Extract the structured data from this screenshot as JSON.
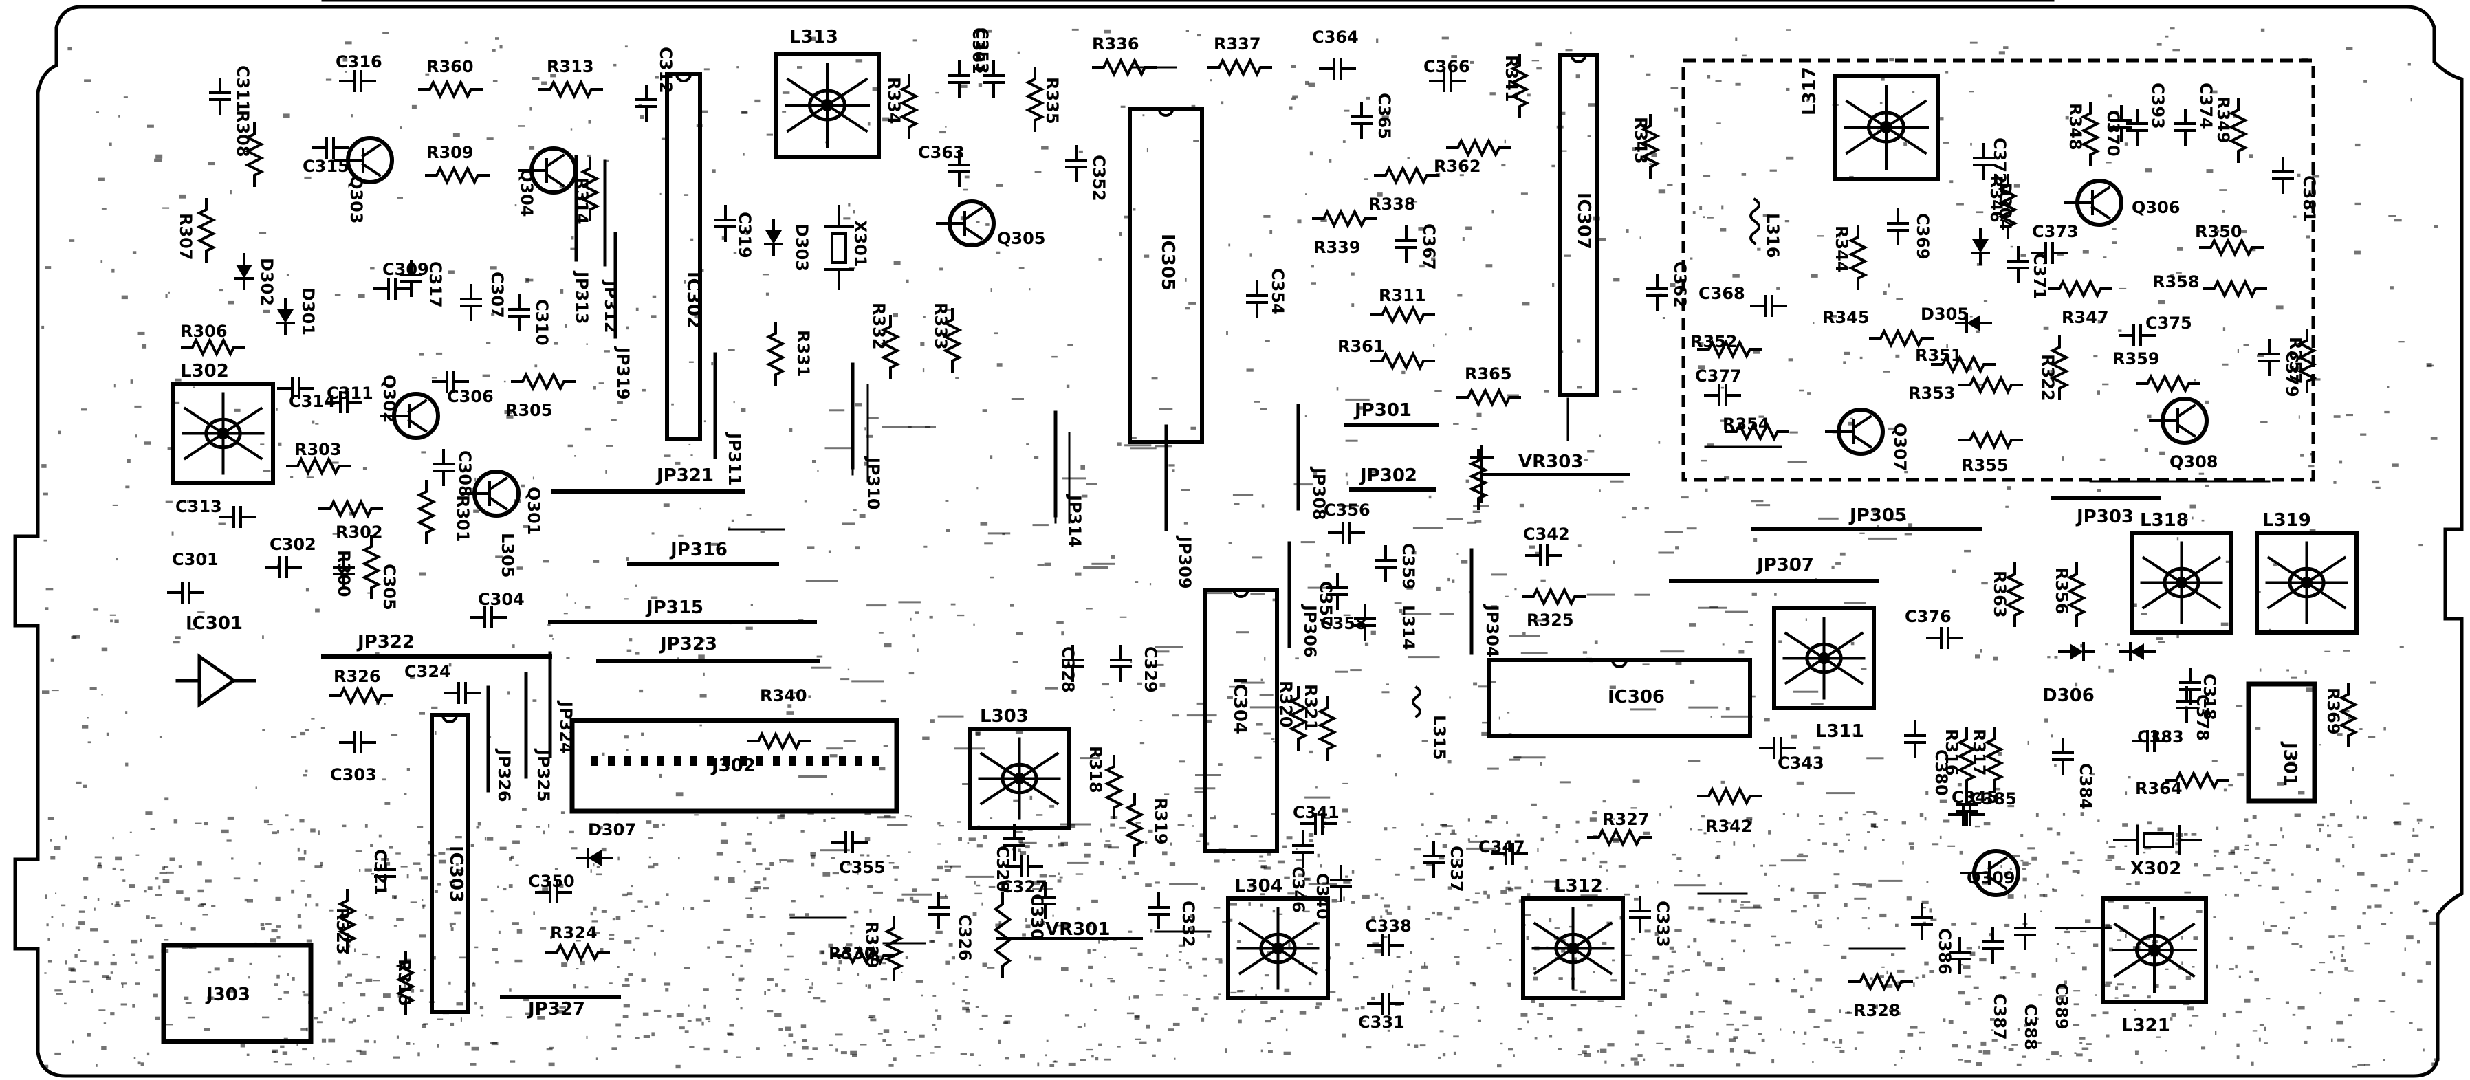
{
  "diagram": {
    "transformers": [
      {
        "id": "L313",
        "label": "L313"
      },
      {
        "id": "L317",
        "label": "L317"
      },
      {
        "id": "L302",
        "label": "L302"
      },
      {
        "id": "L303",
        "label": "L303"
      },
      {
        "id": "L304",
        "label": "L304"
      },
      {
        "id": "L312",
        "label": "L312"
      },
      {
        "id": "L318",
        "label": "L318"
      },
      {
        "id": "L319",
        "label": "L319"
      },
      {
        "id": "L311",
        "label": "L311"
      },
      {
        "id": "L321",
        "label": "L321"
      }
    ],
    "ics": [
      {
        "id": "IC302",
        "label": "IC302"
      },
      {
        "id": "IC305",
        "label": "IC305"
      },
      {
        "id": "IC307",
        "label": "IC307"
      },
      {
        "id": "IC304",
        "label": "IC304"
      },
      {
        "id": "IC306",
        "label": "IC306"
      },
      {
        "id": "IC303",
        "label": "IC303"
      },
      {
        "id": "IC301",
        "label": "IC301"
      }
    ],
    "connectors": [
      {
        "id": "J302",
        "label": "J302"
      },
      {
        "id": "J303",
        "label": "J303"
      },
      {
        "id": "J301",
        "label": "J301"
      }
    ],
    "transistors": [
      {
        "id": "Q303",
        "label": "Q303"
      },
      {
        "id": "Q304",
        "label": "Q304"
      },
      {
        "id": "Q305",
        "label": "Q305"
      },
      {
        "id": "Q302",
        "label": "Q302"
      },
      {
        "id": "Q301",
        "label": "Q301"
      },
      {
        "id": "Q306",
        "label": "Q306"
      },
      {
        "id": "Q307",
        "label": "Q307"
      },
      {
        "id": "Q308",
        "label": "Q308"
      },
      {
        "id": "Q309",
        "label": "Q309"
      }
    ],
    "jumpers": [
      {
        "id": "JP321",
        "label": "JP321"
      },
      {
        "id": "JP316",
        "label": "JP316"
      },
      {
        "id": "JP315",
        "label": "JP315"
      },
      {
        "id": "JP322",
        "label": "JP322"
      },
      {
        "id": "JP323",
        "label": "JP323"
      },
      {
        "id": "JP301",
        "label": "JP301"
      },
      {
        "id": "JP302",
        "label": "JP302"
      },
      {
        "id": "JP305",
        "label": "JP305"
      },
      {
        "id": "JP307",
        "label": "JP307"
      },
      {
        "id": "JP303",
        "label": "JP303"
      },
      {
        "id": "JP327",
        "label": "JP327"
      },
      {
        "id": "JP313",
        "label": "JP313"
      },
      {
        "id": "JP312",
        "label": "JP312"
      },
      {
        "id": "JP319",
        "label": "JP319"
      },
      {
        "id": "JP311",
        "label": "JP311"
      },
      {
        "id": "JP310",
        "label": "JP310"
      },
      {
        "id": "JP314",
        "label": "JP314"
      },
      {
        "id": "JP309",
        "label": "JP309"
      },
      {
        "id": "JP308",
        "label": "JP308"
      },
      {
        "id": "JP306",
        "label": "JP306"
      },
      {
        "id": "JP304",
        "label": "JP304"
      },
      {
        "id": "JP326",
        "label": "JP326"
      },
      {
        "id": "JP325",
        "label": "JP325"
      },
      {
        "id": "JP324",
        "label": "JP324"
      }
    ],
    "trimmers": [
      {
        "id": "VR303",
        "label": "VR303"
      },
      {
        "id": "VR301",
        "label": "VR301"
      }
    ],
    "crystals": [
      {
        "id": "X301",
        "label": "X301"
      },
      {
        "id": "X302",
        "label": "X302"
      }
    ],
    "diodes": [
      {
        "id": "D302",
        "label": "D302"
      },
      {
        "id": "D301",
        "label": "D301"
      },
      {
        "id": "D303",
        "label": "D303"
      },
      {
        "id": "D304",
        "label": "D304"
      },
      {
        "id": "D305",
        "label": "D305"
      },
      {
        "id": "D306",
        "label": "D306"
      },
      {
        "id": "D307",
        "label": "D307"
      }
    ],
    "resistors": [
      {
        "id": "R360",
        "label": "R360"
      },
      {
        "id": "R313",
        "label": "R313"
      },
      {
        "id": "R308",
        "label": "R308"
      },
      {
        "id": "R309",
        "label": "R309"
      },
      {
        "id": "R307",
        "label": "R307"
      },
      {
        "id": "R314",
        "label": "R314"
      },
      {
        "id": "R306",
        "label": "R306"
      },
      {
        "id": "R305",
        "label": "R305"
      },
      {
        "id": "R303",
        "label": "R303"
      },
      {
        "id": "R302",
        "label": "R302"
      },
      {
        "id": "R301",
        "label": "R301"
      },
      {
        "id": "R300",
        "label": "R300"
      },
      {
        "id": "R326",
        "label": "R326"
      },
      {
        "id": "R336",
        "label": "R336"
      },
      {
        "id": "R337",
        "label": "R337"
      },
      {
        "id": "R335",
        "label": "R335"
      },
      {
        "id": "R334",
        "label": "R334"
      },
      {
        "id": "R338",
        "label": "R338"
      },
      {
        "id": "R339",
        "label": "R339"
      },
      {
        "id": "R362",
        "label": "R362"
      },
      {
        "id": "R341",
        "label": "R341"
      },
      {
        "id": "R343",
        "label": "R343"
      },
      {
        "id": "R311",
        "label": "R311"
      },
      {
        "id": "R361",
        "label": "R361"
      },
      {
        "id": "R365",
        "label": "R365"
      },
      {
        "id": "R331",
        "label": "R331"
      },
      {
        "id": "R332",
        "label": "R332"
      },
      {
        "id": "R333",
        "label": "R333"
      },
      {
        "id": "R340",
        "label": "R340"
      },
      {
        "id": "R325",
        "label": "R325"
      },
      {
        "id": "R327",
        "label": "R327"
      },
      {
        "id": "R342",
        "label": "R342"
      },
      {
        "id": "R324",
        "label": "R324"
      },
      {
        "id": "R330",
        "label": "R330"
      },
      {
        "id": "R319",
        "label": "R319"
      },
      {
        "id": "R318",
        "label": "R318"
      },
      {
        "id": "R328",
        "label": "R328"
      },
      {
        "id": "R320",
        "label": "R320"
      },
      {
        "id": "R321",
        "label": "R321"
      },
      {
        "id": "R315",
        "label": "R315"
      },
      {
        "id": "R346",
        "label": "R346"
      },
      {
        "id": "R348",
        "label": "R348"
      },
      {
        "id": "R349",
        "label": "R349"
      },
      {
        "id": "R350",
        "label": "R350"
      },
      {
        "id": "R358",
        "label": "R358"
      },
      {
        "id": "R344",
        "label": "R344"
      },
      {
        "id": "R345",
        "label": "R345"
      },
      {
        "id": "R347",
        "label": "R347"
      },
      {
        "id": "R351",
        "label": "R351"
      },
      {
        "id": "R352",
        "label": "R352"
      },
      {
        "id": "R353",
        "label": "R353"
      },
      {
        "id": "R354",
        "label": "R354"
      },
      {
        "id": "R355",
        "label": "R355"
      },
      {
        "id": "R322",
        "label": "R322"
      },
      {
        "id": "R359",
        "label": "R359"
      },
      {
        "id": "R357",
        "label": "R357"
      },
      {
        "id": "R363",
        "label": "R363"
      },
      {
        "id": "R356",
        "label": "R356"
      },
      {
        "id": "R369",
        "label": "R369"
      },
      {
        "id": "R364",
        "label": "R364"
      },
      {
        "id": "R316",
        "label": "R316"
      },
      {
        "id": "R317",
        "label": "R317"
      },
      {
        "id": "R323",
        "label": "R323"
      },
      {
        "id": "R329",
        "label": "R329"
      }
    ],
    "capacitors": [
      {
        "id": "C316",
        "label": "C316"
      },
      {
        "id": "C315",
        "label": "C315"
      },
      {
        "id": "C311",
        "label": "C311"
      },
      {
        "id": "C312",
        "label": "C312"
      },
      {
        "id": "C319",
        "label": "C319"
      },
      {
        "id": "C317",
        "label": "C317"
      },
      {
        "id": "C309",
        "label": "C309"
      },
      {
        "id": "C307",
        "label": "C307"
      },
      {
        "id": "C310",
        "label": "C310"
      },
      {
        "id": "C306",
        "label": "C306"
      },
      {
        "id": "C313",
        "label": "C313"
      },
      {
        "id": "C301",
        "label": "C301"
      },
      {
        "id": "C302",
        "label": "C302"
      },
      {
        "id": "C305",
        "label": "C305"
      },
      {
        "id": "C304",
        "label": "C304"
      },
      {
        "id": "C308",
        "label": "C308"
      },
      {
        "id": "C324",
        "label": "C324"
      },
      {
        "id": "C303",
        "label": "C303"
      },
      {
        "id": "C321",
        "label": "C321"
      },
      {
        "id": "C350",
        "label": "C350"
      },
      {
        "id": "C361",
        "label": "C361"
      },
      {
        "id": "C353",
        "label": "C353"
      },
      {
        "id": "C363",
        "label": "C363"
      },
      {
        "id": "C352",
        "label": "C352"
      },
      {
        "id": "C364",
        "label": "C364"
      },
      {
        "id": "C365",
        "label": "C365"
      },
      {
        "id": "C366",
        "label": "C366"
      },
      {
        "id": "C367",
        "label": "C367"
      },
      {
        "id": "C354",
        "label": "C354"
      },
      {
        "id": "C362",
        "label": "C362"
      },
      {
        "id": "C356",
        "label": "C356"
      },
      {
        "id": "C357",
        "label": "C357"
      },
      {
        "id": "C358",
        "label": "C358"
      },
      {
        "id": "C359",
        "label": "C359"
      },
      {
        "id": "C342",
        "label": "C342"
      },
      {
        "id": "C343",
        "label": "C343"
      },
      {
        "id": "C345",
        "label": "C345"
      },
      {
        "id": "C347",
        "label": "C347"
      },
      {
        "id": "C327",
        "label": "C327"
      },
      {
        "id": "C328",
        "label": "C328"
      },
      {
        "id": "C329",
        "label": "C329"
      },
      {
        "id": "C355",
        "label": "C355"
      },
      {
        "id": "C331",
        "label": "C331"
      },
      {
        "id": "C338",
        "label": "C338"
      },
      {
        "id": "C340",
        "label": "C340"
      },
      {
        "id": "C341",
        "label": "C341"
      },
      {
        "id": "C330",
        "label": "C330"
      },
      {
        "id": "C326",
        "label": "C326"
      },
      {
        "id": "C320",
        "label": "C320"
      },
      {
        "id": "C332",
        "label": "C332"
      },
      {
        "id": "C369",
        "label": "C369"
      },
      {
        "id": "C368",
        "label": "C368"
      },
      {
        "id": "C373",
        "label": "C373"
      },
      {
        "id": "C371",
        "label": "C371"
      },
      {
        "id": "C372",
        "label": "C372"
      },
      {
        "id": "C370",
        "label": "C370"
      },
      {
        "id": "C381",
        "label": "C381"
      },
      {
        "id": "C374",
        "label": "C374"
      },
      {
        "id": "C375",
        "label": "C375"
      },
      {
        "id": "C379",
        "label": "C379"
      },
      {
        "id": "C376",
        "label": "C376"
      },
      {
        "id": "C377",
        "label": "C377"
      },
      {
        "id": "C378",
        "label": "C378"
      },
      {
        "id": "C380",
        "label": "C380"
      },
      {
        "id": "C383",
        "label": "C383"
      },
      {
        "id": "C384",
        "label": "C384"
      },
      {
        "id": "C385",
        "label": "C385"
      },
      {
        "id": "C386",
        "label": "C386"
      },
      {
        "id": "C387",
        "label": "C387"
      },
      {
        "id": "C388",
        "label": "C388"
      },
      {
        "id": "C389",
        "label": "C389"
      },
      {
        "id": "C346",
        "label": "C346"
      },
      {
        "id": "C333",
        "label": "C333"
      },
      {
        "id": "C337",
        "label": "C337"
      },
      {
        "id": "C393",
        "label": "C393"
      },
      {
        "id": "C314",
        "label": "C314"
      },
      {
        "id": "C318",
        "label": "C318"
      }
    ],
    "misc": [
      {
        "id": "L316",
        "label": "L316"
      },
      {
        "id": "L315",
        "label": "L315"
      },
      {
        "id": "L314",
        "label": "L314"
      },
      {
        "id": "L305",
        "label": "L305"
      }
    ]
  }
}
